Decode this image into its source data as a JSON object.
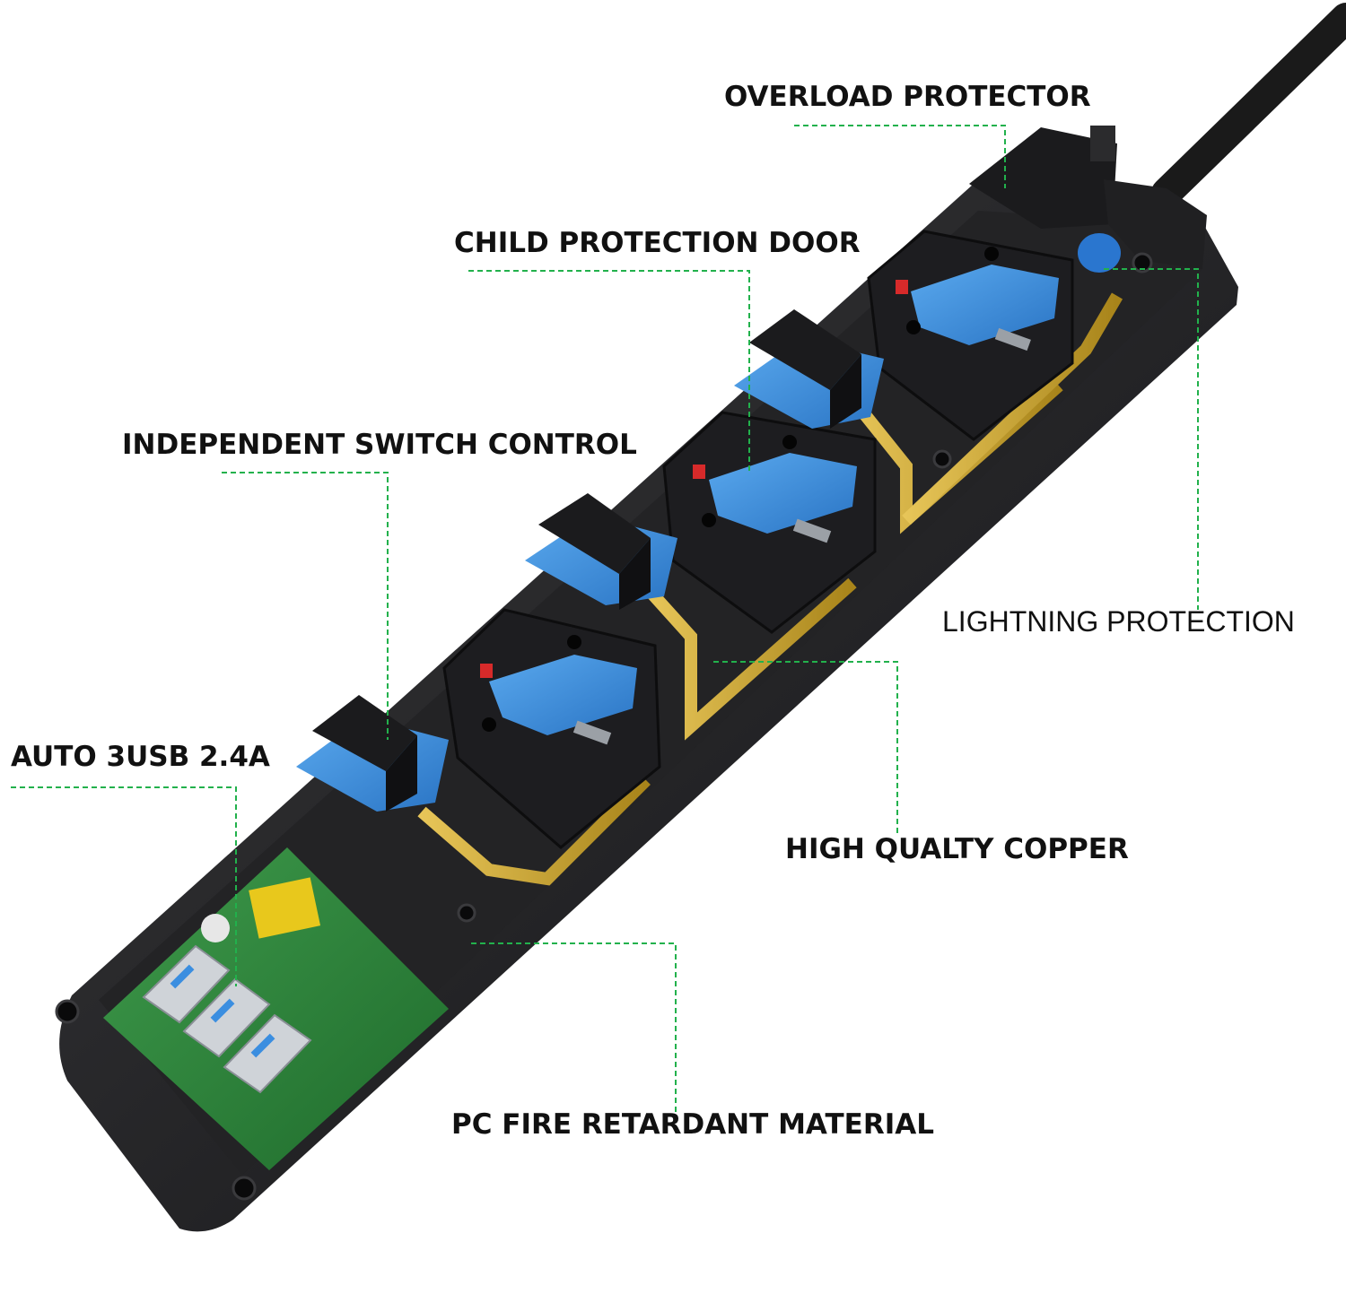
{
  "colors": {
    "leader_line": "#22b14c",
    "housing": "#1c1c1e",
    "switch_blue": "#3a8fd9",
    "copper": "#c9a227",
    "pcb_green": "#2f8a3e",
    "capacitor_yellow": "#e8c81c"
  },
  "callouts": {
    "overload_protector": "OVERLOAD PROTECTOR",
    "child_protection_door": "CHILD PROTECTION DOOR",
    "independent_switch_control": "INDEPENDENT SWITCH CONTROL",
    "lightning_protection": "LIGHTNING PROTECTION",
    "auto_usb": "AUTO 3USB 2.4A",
    "high_quality_copper": "HIGH QUALTY COPPER",
    "pc_fire_retardant": "PC FIRE RETARDANT MATERIAL"
  }
}
